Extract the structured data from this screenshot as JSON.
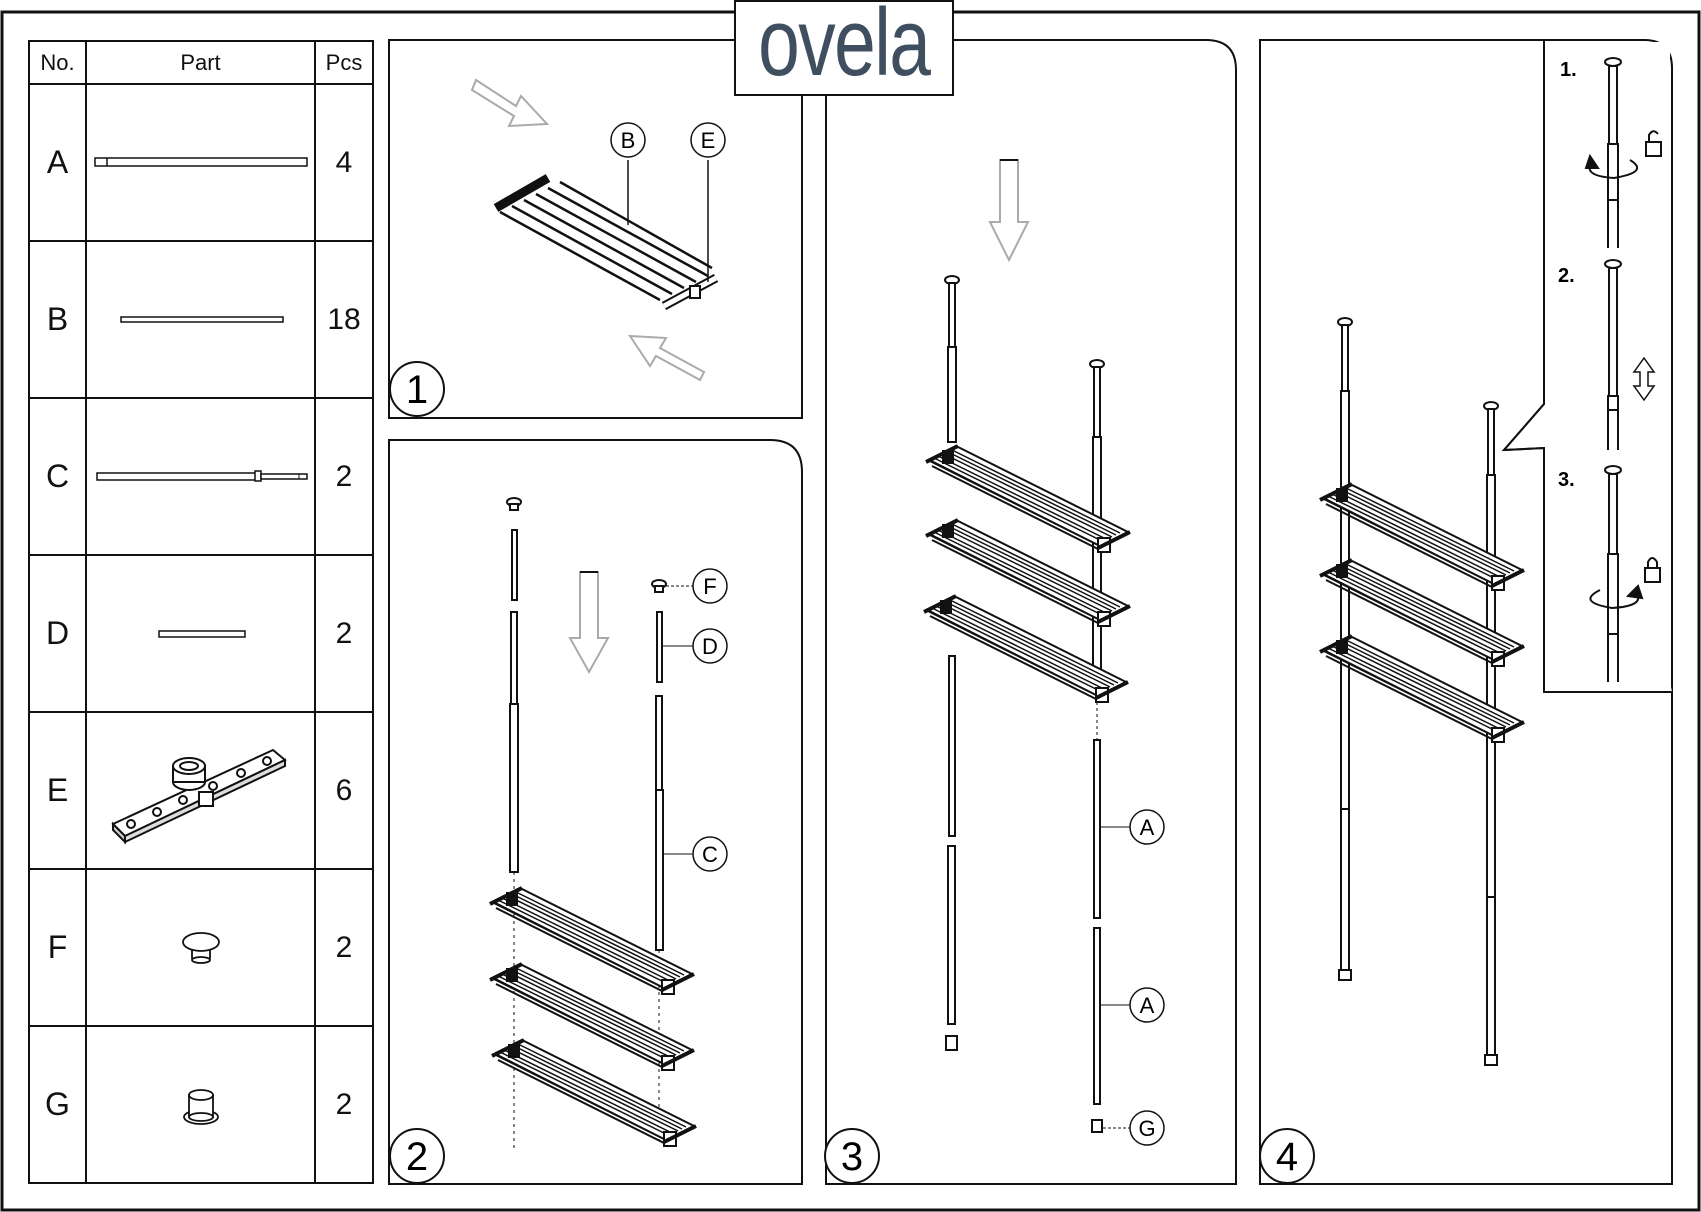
{
  "brand": {
    "logo_text": "ovela"
  },
  "parts_table": {
    "headers": {
      "no": "No.",
      "part": "Part",
      "pcs": "Pcs"
    },
    "rows": [
      {
        "id": "A",
        "pcs": "4",
        "icon": "long-tube-icon"
      },
      {
        "id": "B",
        "pcs": "18",
        "icon": "thin-rod-icon"
      },
      {
        "id": "C",
        "pcs": "2",
        "icon": "telescopic-tube-icon"
      },
      {
        "id": "D",
        "pcs": "2",
        "icon": "short-tube-icon"
      },
      {
        "id": "E",
        "pcs": "6",
        "icon": "shelf-bracket-icon"
      },
      {
        "id": "F",
        "pcs": "2",
        "icon": "top-cap-icon"
      },
      {
        "id": "G",
        "pcs": "2",
        "icon": "foot-cap-icon"
      }
    ]
  },
  "steps": [
    {
      "number": "1",
      "callouts": [
        "B",
        "E"
      ]
    },
    {
      "number": "2",
      "callouts": [
        "F",
        "D",
        "C"
      ]
    },
    {
      "number": "3",
      "callouts": [
        "A",
        "A",
        "G"
      ]
    },
    {
      "number": "4",
      "substeps": [
        "1.",
        "2.",
        "3."
      ]
    }
  ],
  "colors": {
    "line": "#111111",
    "logo": "#3f4f60",
    "background": "#ffffff"
  }
}
